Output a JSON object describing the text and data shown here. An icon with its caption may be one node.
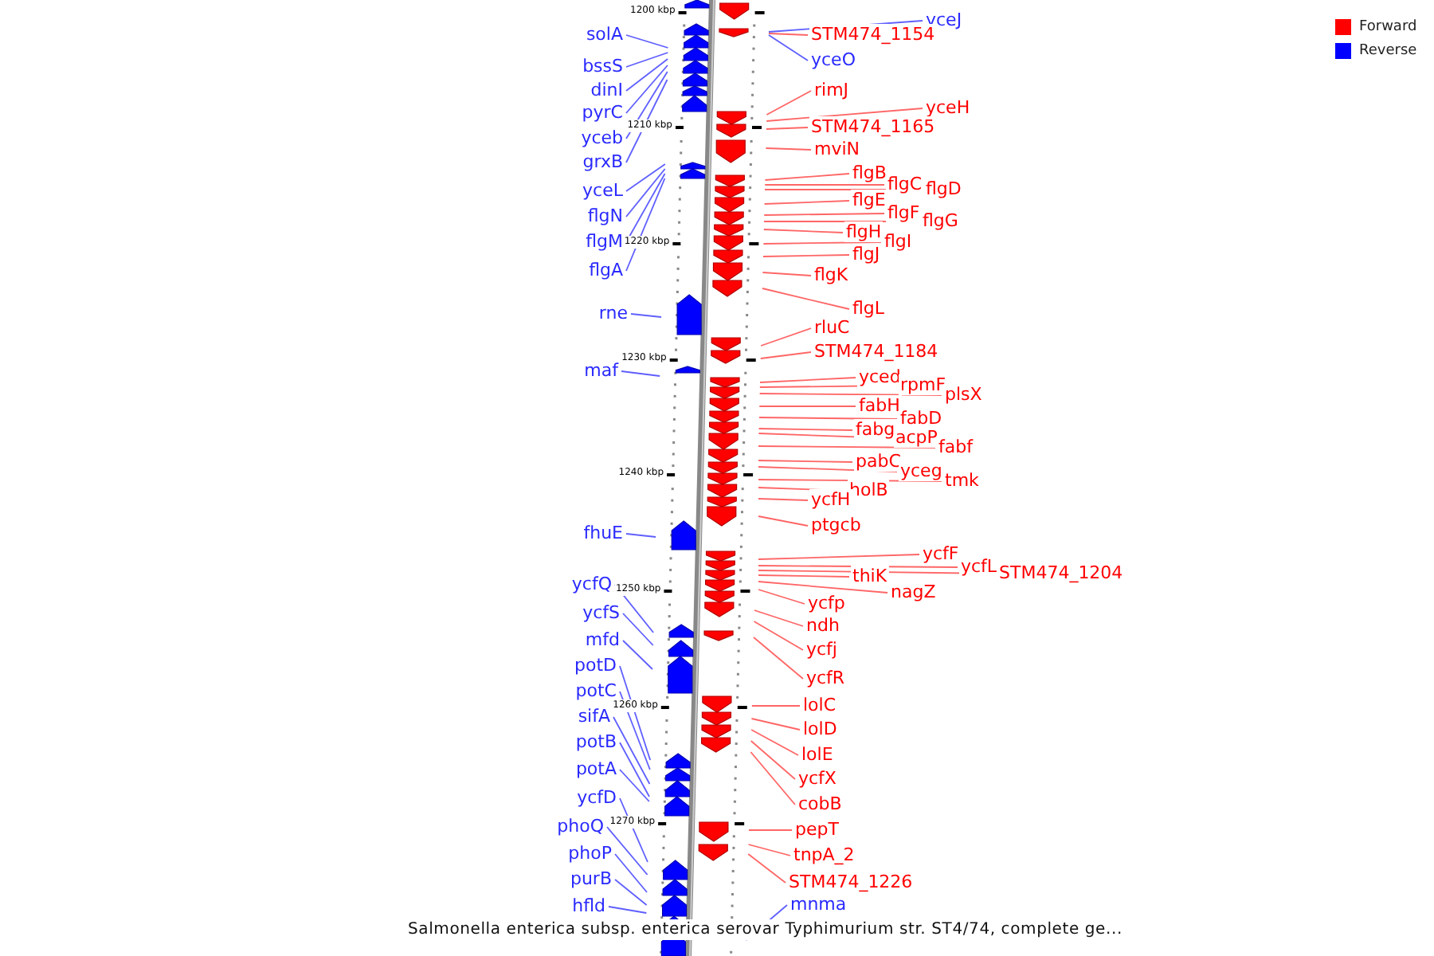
{
  "diagram": {
    "caption": "Salmonella enterica subsp. enterica serovar Typhimurium str. ST4/74, complete ge...",
    "nodes": [
      {
        "text": [
          "solA"
        ]
      },
      {
        "text": [
          "bssS"
        ]
      },
      {
        "text": [
          "dinI"
        ]
      },
      {
        "text": [
          "pyrC"
        ]
      },
      {
        "text": [
          "yceb"
        ]
      },
      {
        "text": [
          "grxB"
        ]
      },
      {
        "text": [
          "yceL"
        ]
      },
      {
        "text": [
          "flgN"
        ]
      },
      {
        "text": [
          "flgM"
        ]
      },
      {
        "text": [
          "flgA"
        ]
      },
      {
        "text": [
          "rne"
        ]
      },
      {
        "text": [
          "maf"
        ]
      },
      {
        "text": [
          "fhuE"
        ]
      },
      {
        "text": [
          "ycfQ"
        ]
      },
      {
        "text": [
          "ycfS"
        ]
      },
      {
        "text": [
          "mfd"
        ]
      },
      {
        "text": [
          "potD"
        ]
      },
      {
        "text": [
          "potC"
        ]
      },
      {
        "text": [
          "sifA"
        ]
      },
      {
        "text": [
          "potB"
        ]
      },
      {
        "text": [
          "potA"
        ]
      },
      {
        "text": [
          "ycfD"
        ]
      },
      {
        "text": [
          "phoQ"
        ]
      },
      {
        "text": [
          "phoP"
        ]
      },
      {
        "text": [
          "purB"
        ]
      },
      {
        "text": [
          "hfld"
        ]
      },
      {
        "text": [
          "yceJ"
        ]
      },
      {
        "text": [
          "STM474_1154"
        ]
      },
      {
        "text": [
          "yceO"
        ]
      },
      {
        "text": [
          "rimJ"
        ]
      },
      {
        "text": [
          "yceH"
        ]
      },
      {
        "text": [
          "STM474_1165"
        ]
      },
      {
        "text": [
          "mviN"
        ]
      },
      {
        "text": [
          "flgB"
        ]
      },
      {
        "text": [
          "flgC"
        ]
      },
      {
        "text": [
          "flgD"
        ]
      },
      {
        "text": [
          "flgE"
        ]
      },
      {
        "text": [
          "flgF"
        ]
      },
      {
        "text": [
          "flgG"
        ]
      },
      {
        "text": [
          "flgH"
        ]
      },
      {
        "text": [
          "flgI"
        ]
      },
      {
        "text": [
          "flgJ"
        ]
      },
      {
        "text": [
          "flgK"
        ]
      },
      {
        "text": [
          "flgL"
        ]
      },
      {
        "text": [
          "rluC"
        ]
      },
      {
        "text": [
          "STM474_1184"
        ]
      },
      {
        "text": [
          "yced"
        ]
      },
      {
        "text": [
          "rpmF"
        ]
      },
      {
        "text": [
          "plsX"
        ]
      },
      {
        "text": [
          "fabH"
        ]
      },
      {
        "text": [
          "fabD"
        ]
      },
      {
        "text": [
          "fabg"
        ]
      },
      {
        "text": [
          "acpP"
        ]
      },
      {
        "text": [
          "fabf"
        ]
      },
      {
        "text": [
          "pabC"
        ]
      },
      {
        "text": [
          "yceg"
        ]
      },
      {
        "text": [
          "tmk"
        ]
      },
      {
        "text": [
          "holB"
        ]
      },
      {
        "text": [
          "ycfH"
        ]
      },
      {
        "text": [
          "ptgcb"
        ]
      },
      {
        "text": [
          "ycfF"
        ]
      },
      {
        "text": [
          "ycfL"
        ]
      },
      {
        "text": [
          "STM474_1204"
        ]
      },
      {
        "text": [
          "thiK"
        ]
      },
      {
        "text": [
          "nagZ"
        ]
      },
      {
        "text": [
          "ycfp"
        ]
      },
      {
        "text": [
          "ndh"
        ]
      },
      {
        "text": [
          "ycfj"
        ]
      },
      {
        "text": [
          "ycfR"
        ]
      },
      {
        "text": [
          "lolC"
        ]
      },
      {
        "text": [
          "lolD"
        ]
      },
      {
        "text": [
          "lolE"
        ]
      },
      {
        "text": [
          "ycfX"
        ]
      },
      {
        "text": [
          "cobB"
        ]
      },
      {
        "text": [
          "pepT"
        ]
      },
      {
        "text": [
          "tnpA_2"
        ]
      },
      {
        "text": [
          "STM474_1226"
        ]
      },
      {
        "text": [
          "mnma"
        ]
      }
    ],
    "edges": [
      {
        "from": 0,
        "to": null,
        "arrow": "none",
        "color": "#2a2aff"
      },
      {
        "from": 1,
        "to": null,
        "arrow": "none",
        "color": "#2a2aff"
      },
      {
        "from": 2,
        "to": null,
        "arrow": "none",
        "color": "#2a2aff"
      },
      {
        "from": 3,
        "to": null,
        "arrow": "none",
        "color": "#2a2aff"
      },
      {
        "from": 4,
        "to": null,
        "arrow": "none",
        "color": "#2a2aff"
      },
      {
        "from": 5,
        "to": null,
        "arrow": "none",
        "color": "#2a2aff"
      },
      {
        "from": 6,
        "to": null,
        "arrow": "none",
        "color": "#2a2aff"
      },
      {
        "from": 7,
        "to": null,
        "arrow": "none",
        "color": "#2a2aff"
      },
      {
        "from": 8,
        "to": null,
        "arrow": "none",
        "color": "#2a2aff"
      },
      {
        "from": 9,
        "to": null,
        "arrow": "none",
        "color": "#2a2aff"
      },
      {
        "from": 10,
        "to": null,
        "arrow": "none",
        "color": "#2a2aff"
      },
      {
        "from": 11,
        "to": null,
        "arrow": "none",
        "color": "#2a2aff"
      },
      {
        "from": 12,
        "to": null,
        "arrow": "none",
        "color": "#2a2aff"
      },
      {
        "from": 13,
        "to": null,
        "arrow": "none",
        "color": "#2a2aff"
      },
      {
        "from": 14,
        "to": null,
        "arrow": "none",
        "color": "#2a2aff"
      },
      {
        "from": 15,
        "to": null,
        "arrow": "none",
        "color": "#2a2aff"
      },
      {
        "from": 16,
        "to": null,
        "arrow": "none",
        "color": "#2a2aff"
      },
      {
        "from": 17,
        "to": null,
        "arrow": "none",
        "color": "#2a2aff"
      },
      {
        "from": 18,
        "to": null,
        "arrow": "none",
        "color": "#2a2aff"
      },
      {
        "from": 19,
        "to": null,
        "arrow": "none",
        "color": "#2a2aff"
      },
      {
        "from": 20,
        "to": null,
        "arrow": "none",
        "color": "#2a2aff"
      },
      {
        "from": 21,
        "to": null,
        "arrow": "none",
        "color": "#2a2aff"
      },
      {
        "from": 22,
        "to": null,
        "arrow": "none",
        "color": "#2a2aff"
      },
      {
        "from": 23,
        "to": null,
        "arrow": "none",
        "color": "#2a2aff"
      },
      {
        "from": 24,
        "to": null,
        "arrow": "none",
        "color": "#2a2aff"
      },
      {
        "from": 25,
        "to": null,
        "arrow": "none",
        "color": "#2a2aff"
      },
      {
        "from": 26,
        "to": null,
        "arrow": "none",
        "color": "#2a2aff"
      },
      {
        "from": 27,
        "to": null,
        "arrow": "none"
      },
      {
        "from": 28,
        "to": null,
        "arrow": "none",
        "color": "#2a2aff"
      },
      {
        "from": 29,
        "to": null,
        "arrow": "none"
      },
      {
        "from": 30,
        "to": null,
        "arrow": "none"
      },
      {
        "from": 31,
        "to": null,
        "arrow": "none"
      },
      {
        "from": 32,
        "to": null,
        "arrow": "none"
      },
      {
        "from": 33,
        "to": null,
        "arrow": "none"
      },
      {
        "from": 34,
        "to": null,
        "arrow": "none"
      },
      {
        "from": 35,
        "to": null,
        "arrow": "none"
      },
      {
        "from": 36,
        "to": null,
        "arrow": "none"
      },
      {
        "from": 37,
        "to": null,
        "arrow": "none"
      },
      {
        "from": 38,
        "to": null,
        "arrow": "none"
      },
      {
        "from": 39,
        "to": null,
        "arrow": "none"
      },
      {
        "from": 40,
        "to": null,
        "arrow": "none"
      },
      {
        "from": 41,
        "to": null,
        "arrow": "none"
      },
      {
        "from": 42,
        "to": null,
        "arrow": "none"
      },
      {
        "from": 43,
        "to": null,
        "arrow": "none"
      },
      {
        "from": 44,
        "to": null,
        "arrow": "none"
      },
      {
        "from": 45,
        "to": null,
        "arrow": "none"
      },
      {
        "from": 46,
        "to": null,
        "arrow": "none"
      },
      {
        "from": 47,
        "to": null,
        "arrow": "none"
      },
      {
        "from": 48,
        "to": null,
        "arrow": "none"
      },
      {
        "from": 49,
        "to": null,
        "arrow": "none"
      },
      {
        "from": 50,
        "to": null,
        "arrow": "none"
      },
      {
        "from": 51,
        "to": null,
        "arrow": "none"
      },
      {
        "from": 52,
        "to": null,
        "arrow": "none"
      },
      {
        "from": 53,
        "to": null,
        "arrow": "none"
      },
      {
        "from": 54,
        "to": null,
        "arrow": "none"
      },
      {
        "from": 55,
        "to": null,
        "arrow": "none"
      },
      {
        "from": 56,
        "to": null,
        "arrow": "none"
      },
      {
        "from": 57,
        "to": null,
        "arrow": "none"
      },
      {
        "from": 58,
        "to": null,
        "arrow": "none"
      },
      {
        "from": 59,
        "to": null,
        "arrow": "none"
      },
      {
        "from": 60,
        "to": null,
        "arrow": "none"
      },
      {
        "from": 61,
        "to": null,
        "arrow": "none"
      },
      {
        "from": 62,
        "to": null,
        "arrow": "none"
      },
      {
        "from": 63,
        "to": null,
        "arrow": "none"
      },
      {
        "from": 64,
        "to": null,
        "arrow": "none"
      },
      {
        "from": 65,
        "to": null,
        "arrow": "none"
      },
      {
        "from": 66,
        "to": null,
        "arrow": "none"
      },
      {
        "from": 67,
        "to": null,
        "arrow": "none"
      },
      {
        "from": 68,
        "to": null,
        "arrow": "none"
      },
      {
        "from": 69,
        "to": null,
        "arrow": "none"
      },
      {
        "from": 70,
        "to": null,
        "arrow": "none"
      },
      {
        "from": 71,
        "to": null,
        "arrow": "none"
      },
      {
        "from": 72,
        "to": null,
        "arrow": "none"
      },
      {
        "from": 73,
        "to": null,
        "arrow": "none"
      },
      {
        "from": 74,
        "to": null,
        "arrow": "none"
      },
      {
        "from": 75,
        "to": null,
        "arrow": "none"
      },
      {
        "from": 76,
        "to": null,
        "arrow": "none"
      },
      {
        "from": 77,
        "to": null,
        "arrow": "none",
        "color": "#2a2aff"
      }
    ],
    "labels": [
      "1200 kbp",
      "1210 kbp",
      "1220 kbp",
      "1230 kbp",
      "1240 kbp",
      "1250 kbp",
      "1260 kbp",
      "1270 kbp"
    ],
    "legend": [
      {
        "text": "Forward",
        "color": "#ff0000"
      },
      {
        "text": "Reverse",
        "color": "#0000ff"
      }
    ]
  }
}
